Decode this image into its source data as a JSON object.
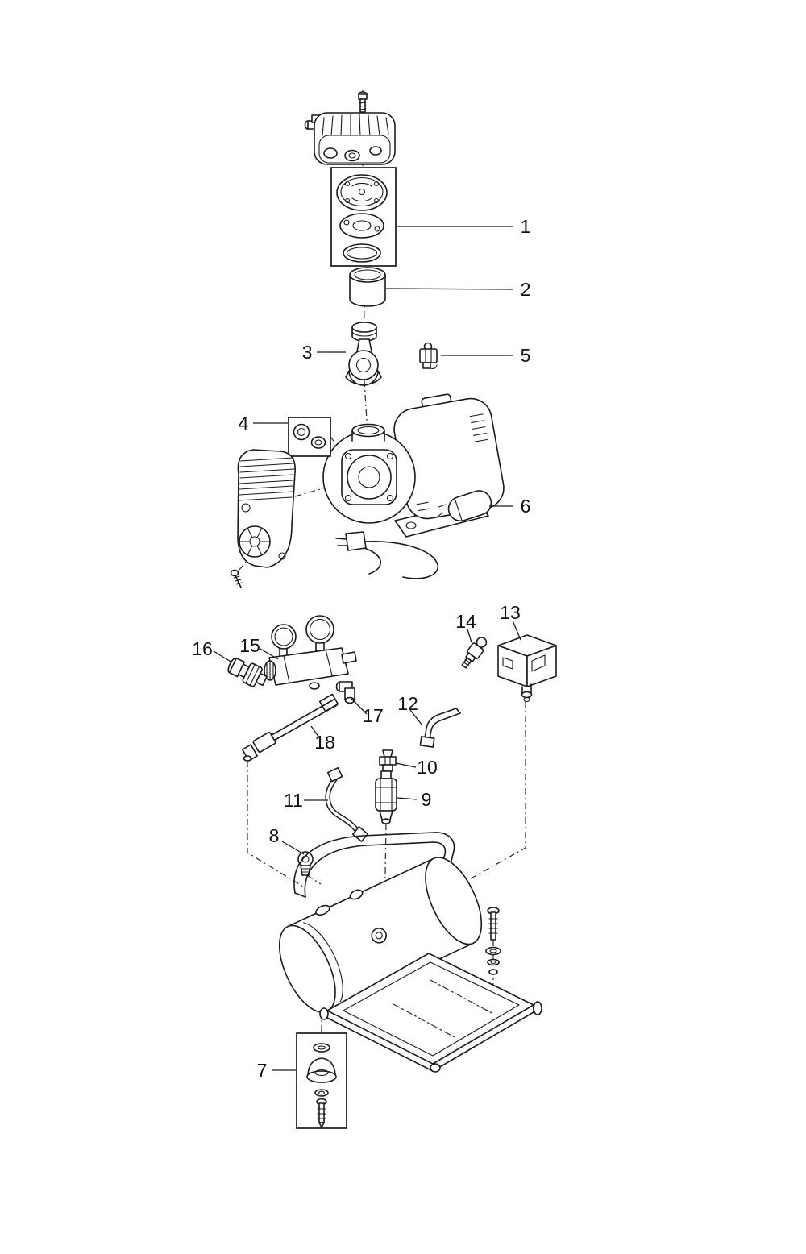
{
  "diagram": {
    "background_color": "#ffffff",
    "line_color": "#1a1a1a",
    "callouts": [
      {
        "label": "1"
      },
      {
        "label": "2"
      },
      {
        "label": "3"
      },
      {
        "label": "4"
      },
      {
        "label": "5"
      },
      {
        "label": "6"
      },
      {
        "label": "7"
      },
      {
        "label": "8"
      },
      {
        "label": "9"
      },
      {
        "label": "10"
      },
      {
        "label": "11"
      },
      {
        "label": "12"
      },
      {
        "label": "13"
      },
      {
        "label": "14"
      },
      {
        "label": "15"
      },
      {
        "label": "16"
      },
      {
        "label": "17"
      },
      {
        "label": "18"
      }
    ]
  }
}
